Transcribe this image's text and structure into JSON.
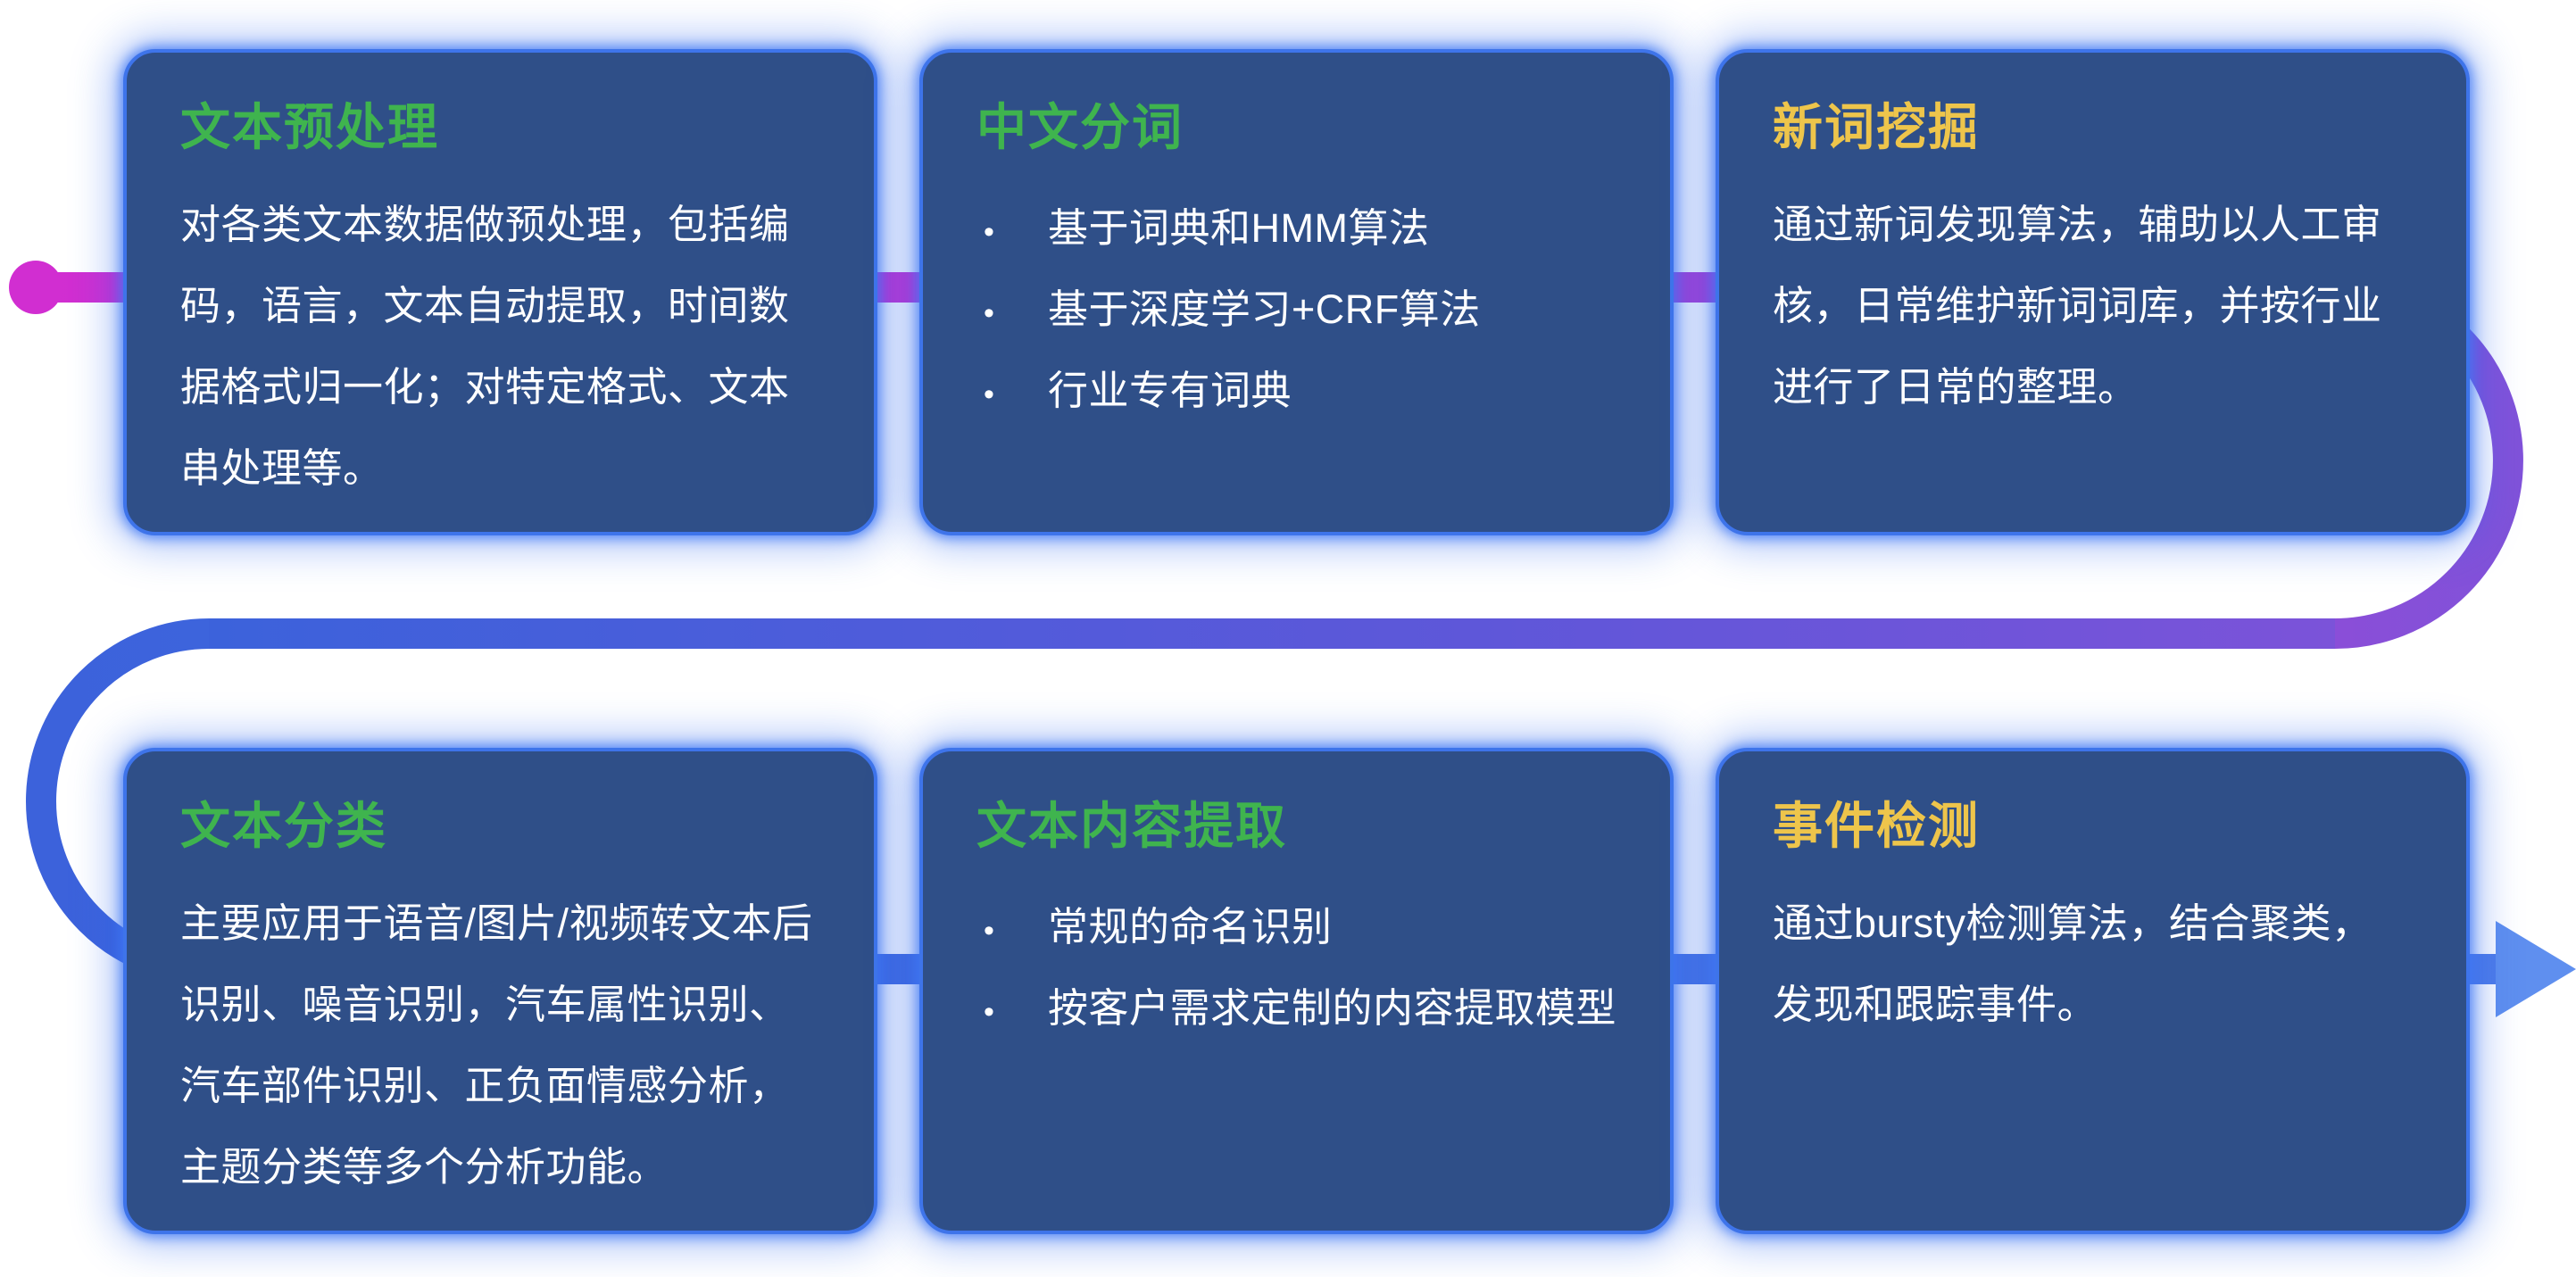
{
  "theme": {
    "background": "#ffffff",
    "card_fill": "#2F4F88",
    "card_border": "#3E74EA",
    "card_glow": "#2F69F0",
    "body_text": "#FFFFFF",
    "bullet_glyph": "•"
  },
  "flow": {
    "start_dot_color": "#D12ED1",
    "magenta": "#D12ED1",
    "magenta_mid": "#C434D2",
    "purple": "#8152D9",
    "blue": "#3C62DB",
    "blue_mid": "#5E57D9",
    "blue_light": "#4F7DE9",
    "arrow_color": "#5F8FEF"
  },
  "cards": [
    {
      "title": "文本预处理",
      "title_color": "#3FB44E",
      "body": "对各类文本数据做预处理，包括编码，语言，文本自动提取，时间数据格式归一化；对特定格式、文本串处理等。"
    },
    {
      "title": "中文分词",
      "title_color": "#3FB44E",
      "bullets": [
        "基于词典和HMM算法",
        "基于深度学习+CRF算法",
        "行业专有词典"
      ]
    },
    {
      "title": "新词挖掘",
      "title_color": "#EEC54B",
      "body": "通过新词发现算法，辅助以人工审核，日常维护新词词库，并按行业进行了日常的整理。"
    },
    {
      "title": "文本分类",
      "title_color": "#3FB44E",
      "body": "主要应用于语音/图片/视频转文本后识别、噪音识别，汽车属性识别、汽车部件识别、正负面情感分析，主题分类等多个分析功能。"
    },
    {
      "title": "文本内容提取",
      "title_color": "#3FB44E",
      "bullets": [
        "常规的命名识别",
        "按客户需求定制的内容提取模型"
      ]
    },
    {
      "title": "事件检测",
      "title_color": "#EEC54B",
      "body": "通过bursty检测算法，结合聚类，发现和跟踪事件。"
    }
  ]
}
